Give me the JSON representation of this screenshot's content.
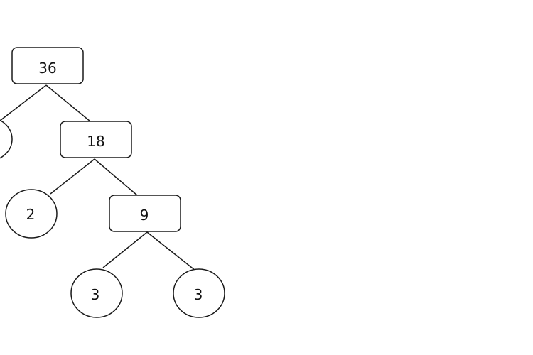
{
  "tree": {
    "root": "36",
    "level1_composite": "18",
    "level2_prime": "2",
    "level2_composite": "9",
    "level3_prime_left": "3",
    "level3_prime_right": "3"
  }
}
